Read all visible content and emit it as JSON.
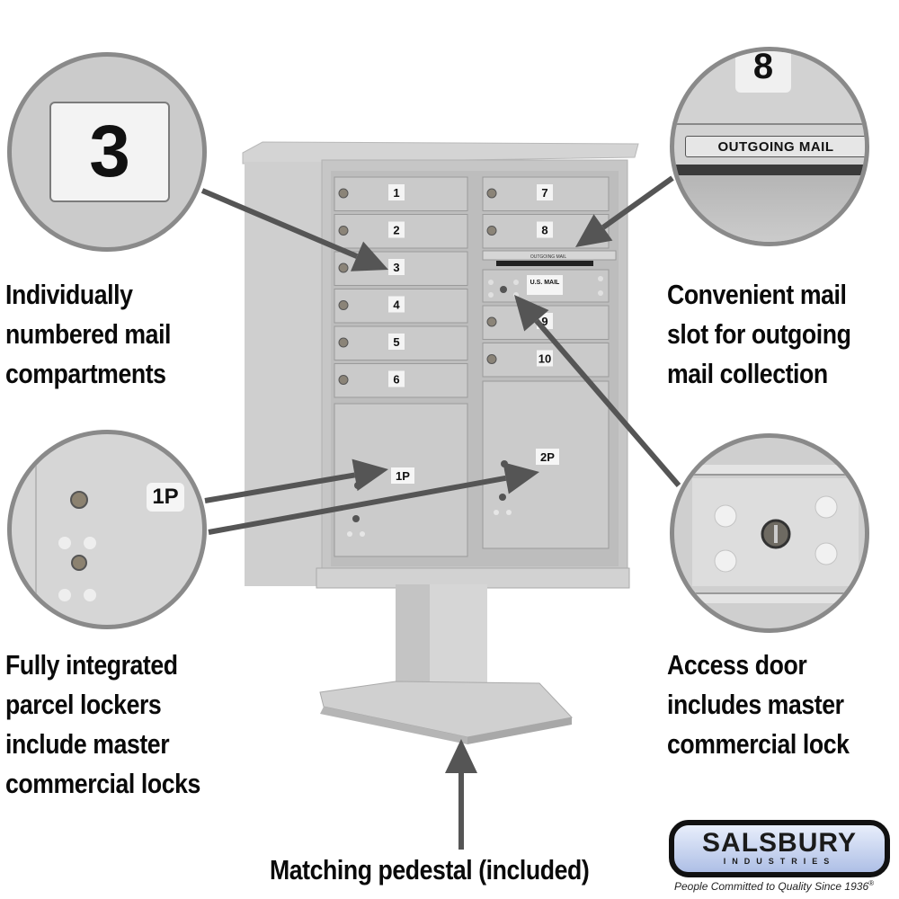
{
  "product": {
    "compartments_left": [
      "1",
      "2",
      "3",
      "4",
      "5",
      "6"
    ],
    "compartments_right": [
      "7",
      "8",
      "9",
      "10"
    ],
    "parcel_lockers": [
      "1P",
      "2P"
    ],
    "outgoing_slot_label": "OUTGOING MAIL",
    "access_door_label": "U.S. MAIL"
  },
  "callouts": {
    "numbered": {
      "zoom_label": "3",
      "lines": [
        "Individually",
        "numbered mail",
        "compartments"
      ]
    },
    "outgoing": {
      "zoom_number": "8",
      "zoom_label": "OUTGOING MAIL",
      "lines": [
        "Convenient mail",
        "slot for outgoing",
        "mail collection"
      ]
    },
    "parcel": {
      "zoom_label": "1P",
      "lines": [
        "Fully integrated",
        "parcel lockers",
        "include master",
        "commercial locks"
      ]
    },
    "access": {
      "lines": [
        "Access door",
        "includes master",
        "commercial lock"
      ]
    },
    "pedestal": {
      "text": "Matching pedestal (included)"
    }
  },
  "brand": {
    "name": "SALSBURY",
    "sub": "INDUSTRIES",
    "tagline": "People Committed to Quality Since 1936",
    "reg_mark": "®"
  },
  "colors": {
    "metal": "#c9c9c9",
    "metal_dark": "#a9a9a9",
    "arrow": "#555555",
    "text": "#0a0a0a"
  }
}
